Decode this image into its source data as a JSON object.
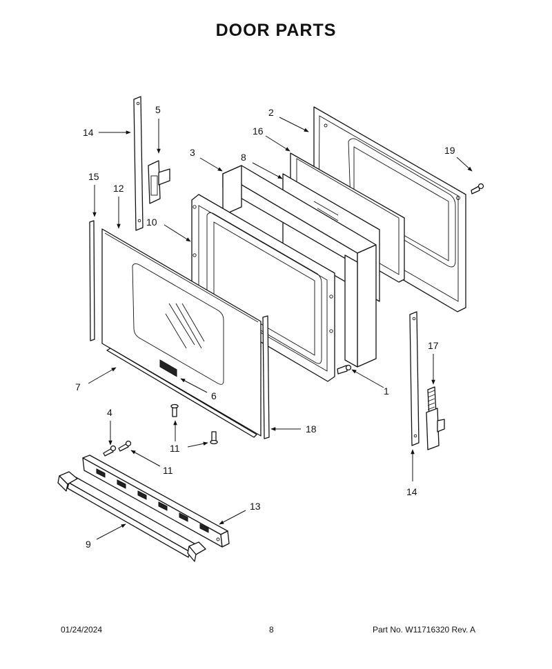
{
  "title": "DOOR PARTS",
  "callouts": {
    "c1": "1",
    "c2": "2",
    "c3": "3",
    "c4": "4",
    "c5": "5",
    "c6": "6",
    "c7": "7",
    "c8": "8",
    "c9": "9",
    "c10": "10",
    "c11a": "11",
    "c11b": "11",
    "c12": "12",
    "c13": "13",
    "c14a": "14",
    "c14b": "14",
    "c15": "15",
    "c16": "16",
    "c17": "17",
    "c18": "18",
    "c19": "19"
  },
  "footer": {
    "date": "01/24/2024",
    "page": "8",
    "part": "Part No.  W11716320  Rev.  A"
  }
}
